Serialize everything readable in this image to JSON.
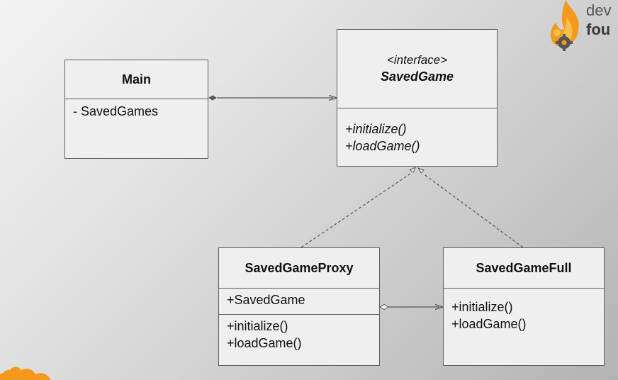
{
  "diagram": {
    "classes": {
      "main": {
        "name": "Main",
        "attributes": [
          "- SavedGames"
        ]
      },
      "saved_game": {
        "stereotype": "<interface>",
        "name": "SavedGame",
        "methods": [
          "+initialize()",
          "+loadGame()"
        ]
      },
      "saved_game_proxy": {
        "name": "SavedGameProxy",
        "attributes": [
          "+SavedGame"
        ],
        "methods": [
          "+initialize()",
          "+loadGame()"
        ]
      },
      "saved_game_full": {
        "name": "SavedGameFull",
        "methods": [
          "+initialize()",
          "+loadGame()"
        ]
      }
    },
    "relations": [
      {
        "from": "Main",
        "to": "SavedGame",
        "kind": "aggregation"
      },
      {
        "from": "SavedGameProxy",
        "to": "SavedGame",
        "kind": "realization"
      },
      {
        "from": "SavedGameFull",
        "to": "SavedGame",
        "kind": "realization"
      },
      {
        "from": "SavedGameProxy",
        "to": "SavedGameFull",
        "kind": "aggregation"
      }
    ],
    "colors": {
      "box_fill": "#efefef",
      "box_border": "#5e5e5e",
      "line": "#555555",
      "logo_orange": "#f39a1e"
    }
  },
  "logo": {
    "line1": "dev",
    "line2": "fou"
  }
}
